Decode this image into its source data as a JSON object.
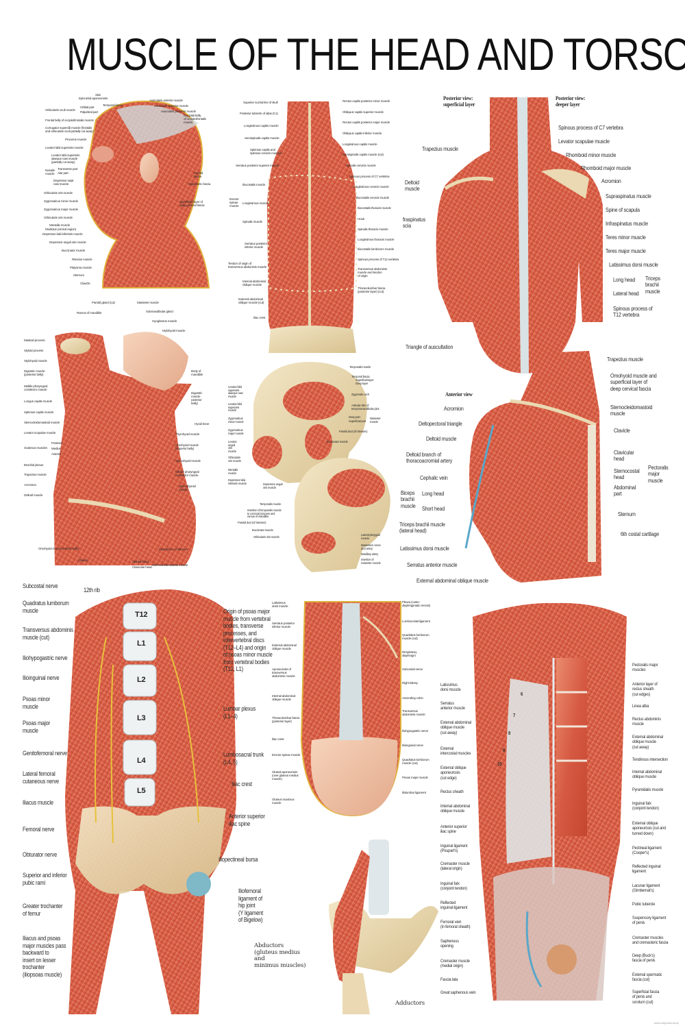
{
  "title": "MUSCLE OF THE HEAD AND TORSO",
  "watermark": "www.dmposter.shop",
  "colors": {
    "muscle": "#d65a43",
    "muscle_light": "#e98a6e",
    "bone": "#ead9b2",
    "fascia": "#cdd8dc",
    "skin": "#f1c6a9",
    "nerve": "#e8c13a",
    "vein": "#5aa6c8"
  },
  "panels": {
    "head": {
      "labels": [
        "Skin",
        "Epicranial aponeurosis",
        "Auricularis anterior muscle",
        "Orbicularis oculi muscle",
        "Orbital part",
        "Palpebral part",
        "Temporal fascia",
        "Auricularis superior muscle",
        "Auricularis posterior muscle",
        "Occipital belly\nof occipitofrontalis\nmuscle",
        "Frontal belly of occipitofrontalis muscle",
        "Corrugator supercilii muscle (frontalis\nand orbicularis oculi partially cut away)",
        "Procerus muscle",
        "Levator labii superioris muscle",
        "Levator labii superioris\nalaeque nasi muscle\n(partially cut away)",
        "Nasalis\nmuscle",
        "Transverse part",
        "Alar part",
        "Depressor septi\nnasi muscle",
        "Orbicularis oris muscle",
        "Zygomaticus minor muscle",
        "Zygomaticus major muscle",
        "Orbicularis oris muscle",
        "Mentalis muscle",
        "Modiolus (circled region)",
        "Depressor labii inferioris muscle",
        "Depressor anguli oris muscle",
        "Buccinator muscle",
        "Risorius muscle",
        "Platysma muscle",
        "Sternum",
        "Clavicle",
        "Parotid\nfascia",
        "Masseteric fascia",
        "Superficial layer of\ndeep cervical fascia"
      ]
    },
    "deepback": {
      "labels": [
        "Superior nuchal line of skull",
        "Posterior tubercle of atlas (C1)",
        "Longissimus capitis muscle",
        "Semispinalis capitis muscle",
        "Splenius capitis and\nsplenius cervicis muscles",
        "Serratus posterior superior muscle",
        "Iliocostalis muscle",
        "Longissimus muscle",
        "Spinalis muscle",
        "Erector\nspinae\nmuscle",
        "Serratus posterior\ninferior muscle",
        "Tendon of origin of\ntransversus abdominis muscle",
        "Internal abdominal\noblique muscle",
        "External abdominal\noblique muscle (cut)",
        "Iliac crest",
        "Rectus capitis posterior minor muscle",
        "Obliquus capitis superior muscle",
        "Rectus capitis posterior major muscle",
        "Obliquus capitis inferior muscle",
        "Longissimus capitis muscle",
        "Semispinalis capitis muscle (cut)",
        "Spinalis cervicis muscle",
        "Spinous process of C7 vertebra",
        "Longissimus cervicis muscle",
        "Iliocostalis cervicis muscle",
        "Iliocostalis thoracis muscle",
        "Hook",
        "Spinalis thoracis muscle",
        "Longissimus thoracis muscle",
        "Iliocostalis lumborum muscle",
        "Spinous process of T12 vertebra",
        "Transversus abdominis\nmuscle and tendon\nof origin",
        "Thoracolumbar fascia\n(posterior layer) (cut)"
      ]
    },
    "shoulder": {
      "labels": [
        "Posterior view:\nsuperficial layer",
        "Posterior view:\ndeeper layer",
        "Spinous process of C7 vertebra",
        "Levator scapulae muscle",
        "Rhomboid minor muscle",
        "Rhomboid major muscle",
        "Acromion",
        "Supraspinatus muscle",
        "Spine of scapula",
        "Infraspinatus muscle",
        "Teres minor muscle",
        "Teres major muscle",
        "Latissimus dorsi muscle",
        "Long head",
        "Lateral head",
        "Triceps\nbrachii\nmuscle",
        "Spinous process of\nT12 vertebra",
        "Trapezius muscle",
        "Deltoid\nmuscle",
        "fraspinatus\nscia",
        "Triangle of auscultation"
      ]
    },
    "neck": {
      "labels": [
        "Parotid gland (cut)",
        "Masseter muscle",
        "Ramus of mandible",
        "Submandibular gland",
        "Hyoglossus muscle",
        "Mylohyoid muscle",
        "Mastoid process",
        "Styloid process",
        "Stylohyoid muscle",
        "Digastric muscle\n(posterior belly)",
        "Middle pharyngeal\nconstrictor muscle",
        "Longus capitis muscle",
        "Splenius capitis muscle",
        "Sternocleidomastoid muscle",
        "Levator scapulae muscle",
        "Scalenus muscles",
        "Posterior",
        "Medius",
        "Anterior",
        "Brachial plexus",
        "Trapezius muscle",
        "Acromion",
        "Deltoid muscle",
        "Body of\nmandible",
        "Digastric\nmuscle\n(anterior\nbelly)",
        "Hyoid bone",
        "Thyrohyoid muscle",
        "Omohyoid muscle\n(superior belly)",
        "Sternohyoid muscle",
        "Inferior pharyngeal\nconstrictor muscle",
        "Sternothyroid\nmuscle",
        "Manubrium of sternum",
        "Omohyoid muscle (inferior belly)",
        "Clavicle",
        "Sternal head",
        "Clavicular head",
        "Sternocleidomastoid muscle"
      ]
    },
    "skull": {
      "labels": [
        "Temporalis muscle",
        "Temporal fascia",
        "Superficial layer",
        "Deep layer",
        "Zygomatic arch",
        "Articular disc of\ntemporomandibular joint",
        "Deep part",
        "Superficial part",
        "Masseter\nmuscle",
        "Parotid duct (of Stensen)",
        "Buccinator muscle",
        "Levator labii\nsuperioris\nalaeque nasi\nmuscle",
        "Levator labii\nsuperioris\nmuscle",
        "Zygomaticus\nminor muscle",
        "Zygomaticus\nmajor muscle",
        "Levator\nanguli\noris\nmuscle",
        "Orbicularis\noris muscle",
        "Mentalis\nmuscle",
        "Depressor labii\ninferioris muscle",
        "Depressor anguli\noris muscle",
        "Temporalis muscle",
        "Insertion of temporalis muscle\nto coronoid process and\nramus of mandible",
        "Parotid duct (of Stensen)",
        "Buccinator muscle",
        "Orbicularis oris muscle",
        "Lateral pterygoid\nmuscle",
        "Masseteric nerve\nand artery",
        "Maxillary artery",
        "Insertion of\nmasseter muscle"
      ]
    },
    "chest": {
      "labels": [
        "Trapezius muscle",
        "Omohyoid muscle and\nsuperficial layer of\ndeep cervical fascia",
        "Sternocleidomastoid\nmuscle",
        "Clavicle",
        "Clavicular\nhead",
        "Sternocostal\nhead",
        "Abdominal\npart",
        "Pectoralis\nmajor\nmuscle",
        "Sternum",
        "6th costal cartilage",
        "Anterior view",
        "Acromion",
        "Deltopectoral triangle",
        "Deltoid muscle",
        "Deltoid branch of\nthoracoacromial artery",
        "Cephalic vein",
        "Biceps\nbrachii\nmuscle",
        "Long head",
        "Short head",
        "Triceps brachii muscle\n(lateral head)",
        "Latissimus dorsi muscle",
        "Serratus anterior muscle",
        "External abdominal oblique muscle"
      ]
    },
    "postabd": {
      "labels": [
        "Subcostal nerve",
        "12th rib",
        "Quadratus lumborum\nmuscle",
        "Transversus abdominis\nmuscle (cut)",
        "Iliohypogastric nerve",
        "Ilioinguinal nerve",
        "Psoas minor\nmuscle",
        "Psoas major\nmuscle",
        "Genitofemoral nerve",
        "Lateral femoral\ncutaneous nerve",
        "Iliacus muscle",
        "Femoral nerve",
        "Obturator nerve",
        "Superior and inferior\npubic rami",
        "Greater trochanter\nof femur",
        "Iliacus and psoas\nmajor muscles pass\nbackward to\ninsert on lesser\ntrochanter\n(iliopsoas muscle)",
        "Origin of psoas major\nmuscle from vertebral\nbodies, transverse\nprocesses, and\nintervertebral discs\n(T12–L4) and origin\nof psoas minor muscle\nfrom vertebral bodies\n(T12, L1)",
        "Lumbar plexus\n(L1–4)",
        "Lumbosacral trunk\n(L4, 5)",
        "Iliac crest",
        "Anterior superior\niliac spine",
        "Iliopectineal bursa",
        "Iliofemoral\nligament of\nhip joint\n(Y ligament\nof Bigelow)",
        "T12",
        "L1",
        "L2",
        "L3",
        "L4",
        "L5"
      ]
    },
    "lowback": {
      "labels": [
        "Latissimus\ndorsi muscle",
        "Serratus posterior\ninferior muscle",
        "External abdominal\noblique muscle",
        "Aponeurosis of\ntransversus\nabdominis muscle",
        "Internal abdominal\noblique muscle",
        "Thoracolumbar fascia\n(posterior layer)",
        "Iliac crest",
        "Erector spinae muscle",
        "Gluteal aponeurosis\n(over gluteus medius\nmuscle)",
        "Gluteus maximus\nmuscle",
        "Pleura (costo-\ndiaphragmatic recess)",
        "Lumbocostal ligament",
        "Quadratus lumborum\nmuscle (cut)",
        "Respiratory\ndiaphragm",
        "Subcostal nerve",
        "Right kidney",
        "Ascending colon",
        "Transversus\nabdominis muscle",
        "Iliohypogastric nerve",
        "Ilioinguinal nerve",
        "Quadratus lumborum\nmuscle (cut)",
        "Psoas major muscle",
        "Iliolumbar ligament"
      ]
    },
    "iliopsoas": {
      "labels": [
        "Abductors\n   (gluteus medius\n   and\n   minimus muscles)",
        "Adductors"
      ]
    },
    "abdomen": {
      "labels": [
        "Pectoralis major\nmuscles",
        "Anterior layer of\nrectus sheath\n(cut edges)",
        "Linea alba",
        "Rectus abdominis\nmuscle",
        "External abdominal\noblique muscle\n(cut away)",
        "Tendinous intersection",
        "Internal abdominal\noblique muscle",
        "Pyramidalis muscle",
        "Inguinal falx\n(conjoint tendon)",
        "External oblique\naponeurosis (cut and\nturned down)",
        "Pectineal ligament\n(Cooper's)",
        "Reflected inguinal\nligament",
        "Lacunar ligament\n(Gimbernat's)",
        "Pubic tubercle",
        "Suspensory ligament\nof penis",
        "Cremaster muscles\nand cremasteric fascia",
        "Deep (Buck's)\nfascia of penis",
        "External spermatic\nfascia (cut)",
        "Superficial fascia\nof penis and\nscrotum (cut)",
        "Latissimus\ndorsi muscle",
        "Serratus\nanterior muscle",
        "External abdominal\noblique muscle\n(cut away)",
        "External\nintercostal muscles",
        "External oblique\naponeurosis\n(cut edge)",
        "Rectus sheath",
        "Internal abdominal\noblique muscle",
        "Anterior superior\niliac spine",
        "Inguinal ligament\n(Poupart's)",
        "Cremaster muscle\n(lateral origin)",
        "Inguinal falx\n(conjoint tendon)",
        "Reflected\ninguinal ligament",
        "Femoral vein\n(in femoral sheath)",
        "Saphenous\nopening",
        "Cremaster muscle\n(medial origin)",
        "Fascia lata",
        "Great saphenous vein",
        "6",
        "7",
        "8",
        "9",
        "10"
      ]
    }
  }
}
